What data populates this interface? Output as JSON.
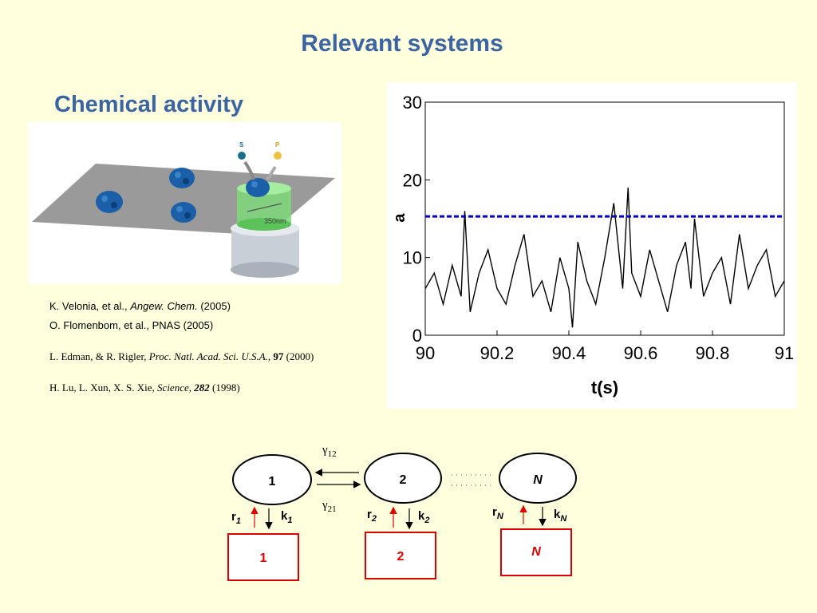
{
  "slide": {
    "title": "Relevant systems",
    "subtitle": "Chemical activity"
  },
  "illustration": {
    "substrate_label": "S",
    "product_label": "P",
    "scale_label": "350nm"
  },
  "references": [
    {
      "authors": "K. Velonia, et al., ",
      "journal": "Angew. Chem.",
      "rest": " (2005)"
    },
    {
      "authors": "O. Flomenbom, et al., PNAS (2005)"
    },
    {
      "authors": "L. Edman, & R. Rigler, ",
      "journal": "Proc. Natl. Acad. Sci. U.S.A.,",
      "volume": " 97",
      "rest": " (2000)"
    },
    {
      "authors": "H. Lu, L. Xun, X. S. Xie, ",
      "journal": "Science",
      "sep": ", ",
      "volume": "282",
      "rest": " (1998)"
    }
  ],
  "chart_data": {
    "type": "line",
    "xlabel": "t(s)",
    "ylabel": "a",
    "xlim": [
      90,
      91
    ],
    "ylim": [
      0,
      30
    ],
    "xticks": [
      "90",
      "90.2",
      "90.4",
      "90.6",
      "90.8",
      "91"
    ],
    "yticks": [
      "0",
      "10",
      "20",
      "30"
    ],
    "threshold": 15.3,
    "threshold_color": "#0000cc",
    "series_color": "#000000",
    "series": [
      {
        "x": [
          90.0,
          90.025,
          90.05,
          90.075,
          90.1,
          90.11,
          90.125,
          90.15,
          90.175,
          90.2,
          90.225,
          90.25,
          90.275,
          90.3,
          90.325,
          90.35,
          90.375,
          90.4,
          90.41,
          90.425,
          90.45,
          90.475,
          90.5,
          90.525,
          90.55,
          90.565,
          90.575,
          90.6,
          90.625,
          90.65,
          90.675,
          90.7,
          90.725,
          90.74,
          90.75,
          90.775,
          90.8,
          90.825,
          90.85,
          90.875,
          90.9,
          90.925,
          90.95,
          90.975,
          91.0
        ],
        "y": [
          6,
          8,
          4,
          9,
          5,
          16,
          3,
          8,
          11,
          6,
          4,
          9,
          13,
          5,
          7,
          3,
          10,
          6,
          1,
          12,
          7,
          4,
          10,
          17,
          6,
          19,
          8,
          5,
          11,
          7,
          3,
          9,
          12,
          6,
          15,
          5,
          8,
          10,
          4,
          13,
          6,
          9,
          11,
          5,
          7
        ]
      }
    ]
  },
  "scheme": {
    "gamma12": "γ",
    "gamma12_sub": "12",
    "gamma21": "γ",
    "gamma21_sub": "21",
    "states": [
      {
        "label": "1",
        "r": "r",
        "r_sub": "1",
        "k": "k",
        "k_sub": "1",
        "box": "1"
      },
      {
        "label": "2",
        "r": "r",
        "r_sub": "2",
        "k": "k",
        "k_sub": "2",
        "box": "2"
      },
      {
        "label": "N",
        "r": "r",
        "r_sub": "N",
        "k": "k",
        "k_sub": "N",
        "box": "N"
      }
    ]
  }
}
